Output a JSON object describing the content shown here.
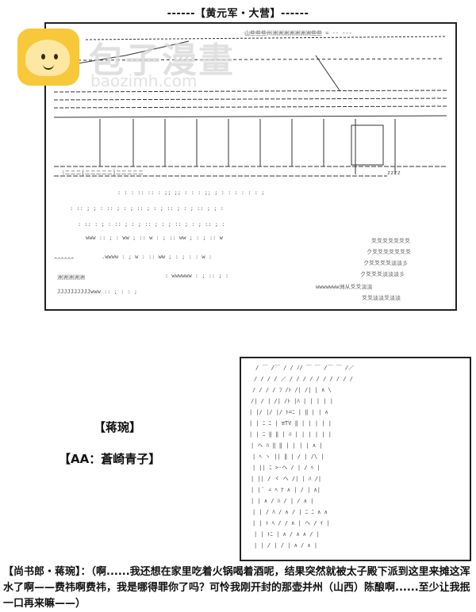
{
  "scene": {
    "title": "------【黄元军・大营】------"
  },
  "watermark": {
    "brand": "包子漫畫",
    "url": "baozimh.com"
  },
  "character": {
    "name": "【蒋琬】",
    "aa_credit": "【AA：蒼崎青子】"
  },
  "dialogue": {
    "text": "【尚书郎・蒋琬】：（啊......我还想在家里吃着火锅喝着酒呢，结果突然就被太子殿下派到这里来摊这浑水了啊——费祎啊费祎，我是哪得罪你了吗？可怜我刚开封的那壶并州（山西）陈酿啊......至少让我抿一口再来嘛——）"
  }
}
